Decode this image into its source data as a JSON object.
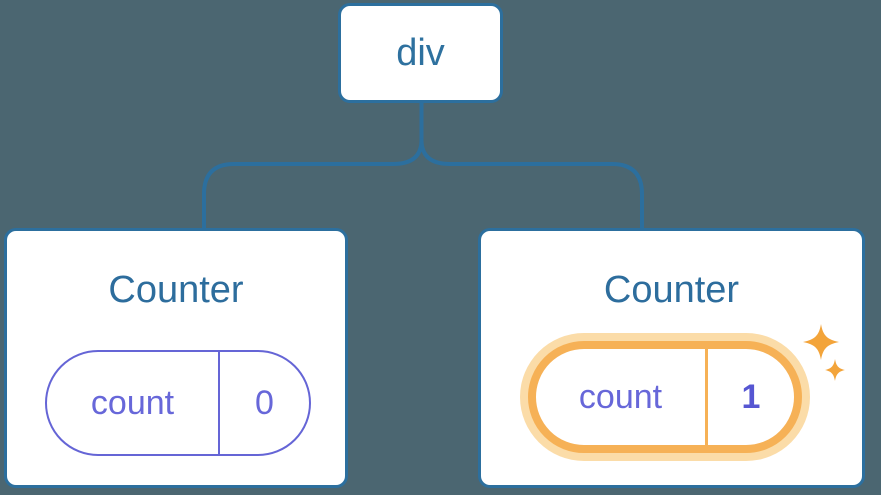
{
  "root_node": {
    "label": "div"
  },
  "components": [
    {
      "title": "Counter",
      "state_key": "count",
      "state_value": "0",
      "highlighted": false
    },
    {
      "title": "Counter",
      "state_key": "count",
      "state_value": "1",
      "highlighted": true
    }
  ],
  "icons": {
    "sparkles": "sparkles-icon"
  },
  "colors": {
    "background": "#4b6671",
    "node_stroke_blue": "#2c6f9e",
    "title_blue": "#2d6d9d",
    "state_purple": "#6767d9",
    "highlight_orange": "#f6b156",
    "highlight_glow": "#fbdca8",
    "sparkle_orange": "#f3a43a",
    "node_fill": "#ffffff"
  }
}
